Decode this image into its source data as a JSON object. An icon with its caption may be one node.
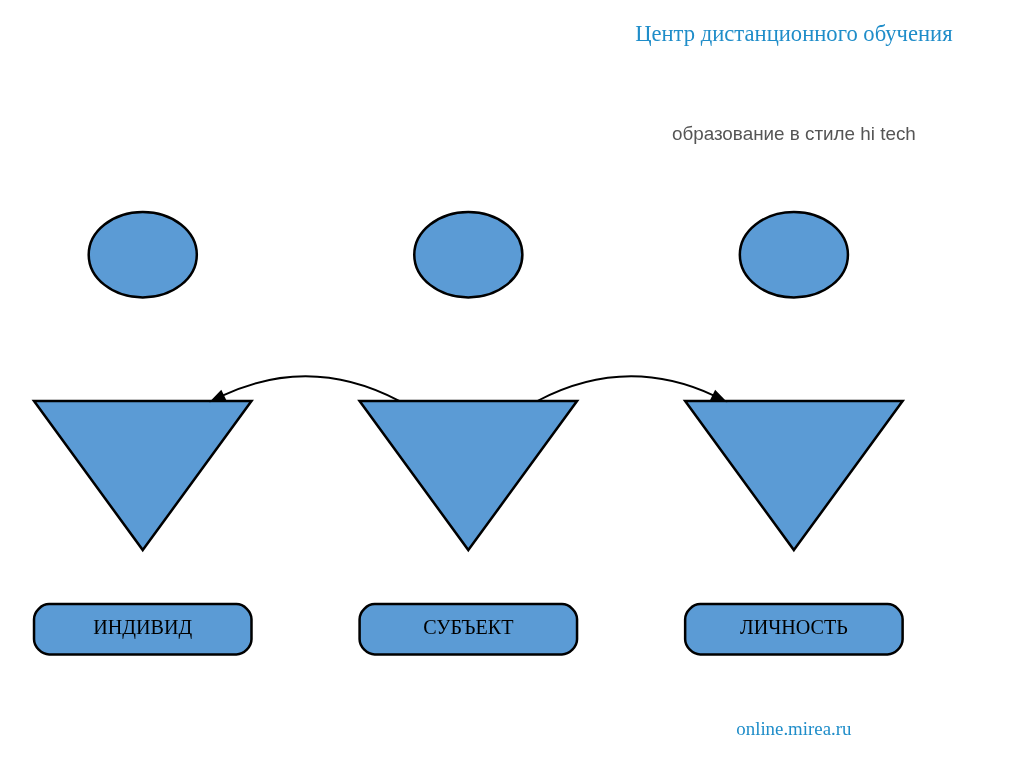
{
  "diagram": {
    "nodes": [
      {
        "text": [],
        "shape": "circle"
      },
      {
        "text": [],
        "shape": "circle"
      },
      {
        "text": [],
        "shape": "circle"
      },
      {
        "text": [],
        "shape": "triangle"
      },
      {
        "text": [],
        "shape": "triangle"
      },
      {
        "text": [],
        "shape": "triangle"
      },
      {
        "text": [
          "ИНДИВИД"
        ]
      },
      {
        "text": [
          "СУБЪЕКТ"
        ]
      },
      {
        "text": [
          "ЛИЧНОСТЬ"
        ]
      }
    ],
    "edges": [
      {
        "from": 4,
        "to": 3,
        "arrow": "to"
      },
      {
        "from": 4,
        "to": 5,
        "arrow": "to"
      }
    ],
    "labels": [
      "Центр дистанционного обучения",
      "образование в стиле hi tech",
      "online.mirea.ru"
    ]
  }
}
